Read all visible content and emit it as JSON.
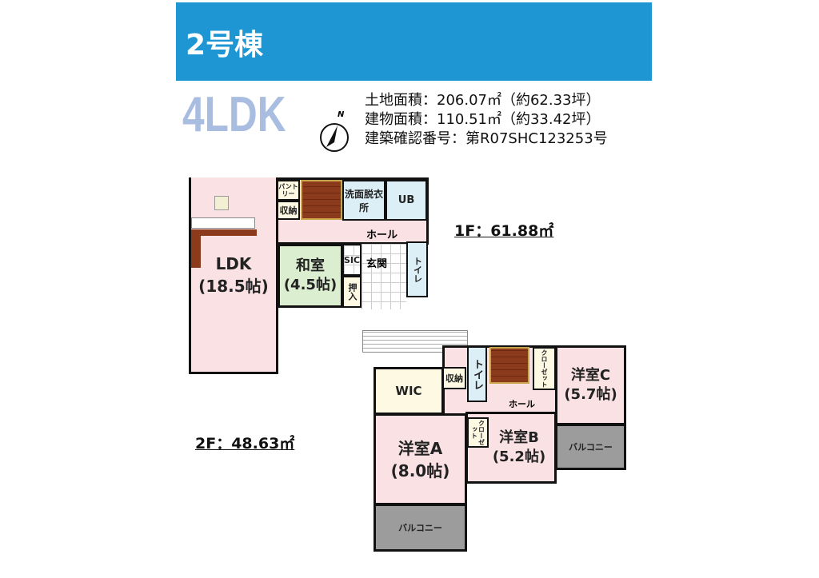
{
  "header": {
    "title": "2号棟",
    "color": "#1e96d3"
  },
  "layout_type": "4LDK",
  "compass": {
    "label": "N"
  },
  "info": {
    "land_area": "土地面積：206.07㎡（約62.33坪）",
    "building_area": "建物面積：110.51㎡（約33.42坪）",
    "confirmation_no": "建築確認番号：第R07SHC123253号"
  },
  "floor1": {
    "label": "1F：61.88㎡",
    "rooms": {
      "ldk": "LDK",
      "ldk_size": "(18.5帖)",
      "pantry": "パントリー",
      "storage": "収納",
      "washroom": "洗面脱衣所",
      "ub": "UB",
      "hall": "ホール",
      "washitsu": "和室",
      "washitsu_size": "(4.5帖)",
      "sic": "SIC",
      "oshiire": "押入",
      "entrance": "玄関",
      "toilet": "トイレ"
    }
  },
  "floor2": {
    "label": "2F：48.63㎡",
    "rooms": {
      "wic": "WIC",
      "storage": "収納",
      "toilet": "トイレ",
      "hall": "ホール",
      "closet": "クローゼット",
      "room_a": "洋室A",
      "room_a_size": "(8.0帖)",
      "room_b": "洋室B",
      "room_b_size": "(5.2帖)",
      "room_c": "洋室C",
      "room_c_size": "(5.7帖)",
      "balcony": "バルコニー"
    }
  }
}
